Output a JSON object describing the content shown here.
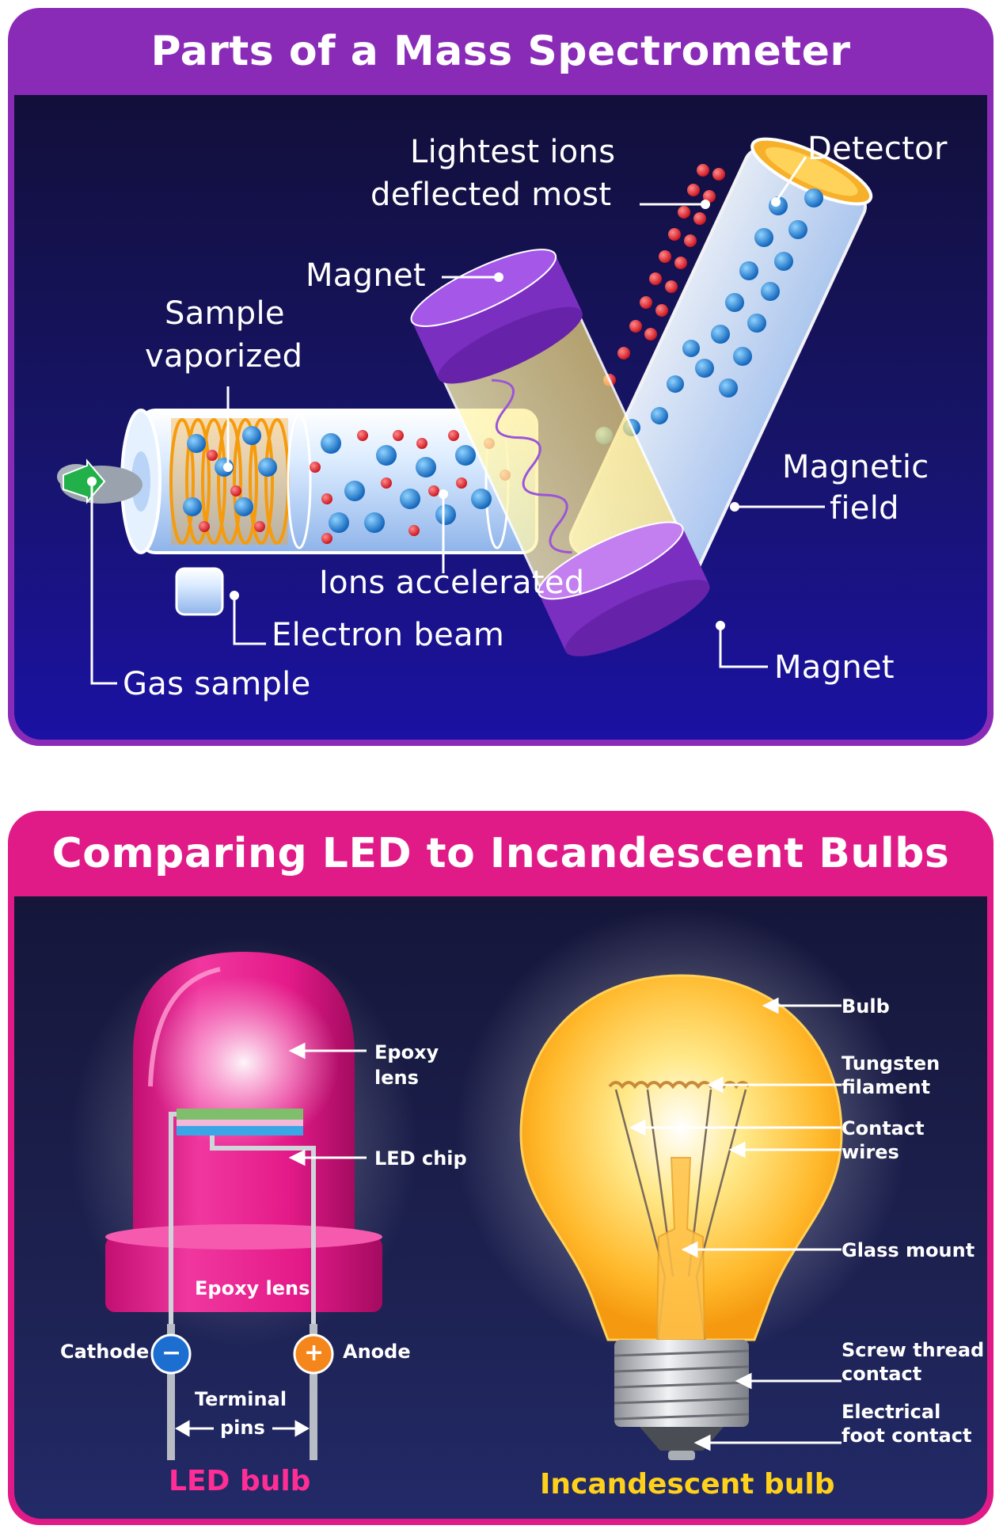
{
  "mass_spectrometer": {
    "title": "Parts of a Mass Spectrometer",
    "labels": {
      "lightest_ions_line1": "Lightest ions",
      "lightest_ions_line2": "deflected most",
      "detector": "Detector",
      "magnet_top": "Magnet",
      "sample_line1": "Sample",
      "sample_line2": "vaporized",
      "magnetic_line1": "Magnetic",
      "magnetic_line2": "field",
      "ions_accelerated": "Ions accelerated",
      "electron_beam": "Electron beam",
      "magnet_bottom": "Magnet",
      "gas_sample": "Gas sample"
    },
    "colors": {
      "header": "#8a2bb8",
      "ion_light": "#e8202a",
      "ion_heavy": "#1e7fd6",
      "magnet": "#7a2fc0",
      "detector": "#f5b820"
    }
  },
  "bulbs": {
    "title": "Comparing LED to Incandescent Bulbs",
    "led": {
      "epoxy_line1": "Epoxy",
      "epoxy_line2": "lens",
      "led_chip": "LED chip",
      "epoxy_lens_base": "Epoxy lens",
      "cathode": "Cathode",
      "anode": "Anode",
      "minus_sign": "−",
      "plus_sign": "+",
      "terminal_line1": "Terminal",
      "terminal_line2": "pins",
      "caption": "LED bulb"
    },
    "incandescent": {
      "bulb": "Bulb",
      "tungsten_line1": "Tungsten",
      "tungsten_line2": "filament",
      "contact_line1": "Contact",
      "contact_line2": "wires",
      "glass_mount": "Glass mount",
      "screw_line1": "Screw thread",
      "screw_line2": "contact",
      "foot_line1": "Electrical",
      "foot_line2": "foot contact",
      "caption": "Incandescent bulb"
    },
    "colors": {
      "header": "#e01b88",
      "led_caption": "#ff2d95",
      "incandescent_caption": "#ffd11a",
      "led_body": "#e8168a",
      "bulb_glow": "#ffb020"
    }
  }
}
